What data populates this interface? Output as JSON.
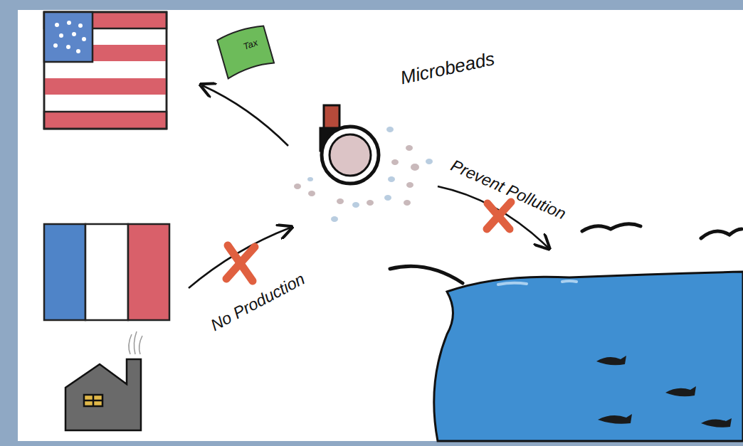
{
  "diagram": {
    "labels": [
      "Tax",
      "Microbeads",
      "Prevent Pollution",
      "No Production"
    ]
  }
}
